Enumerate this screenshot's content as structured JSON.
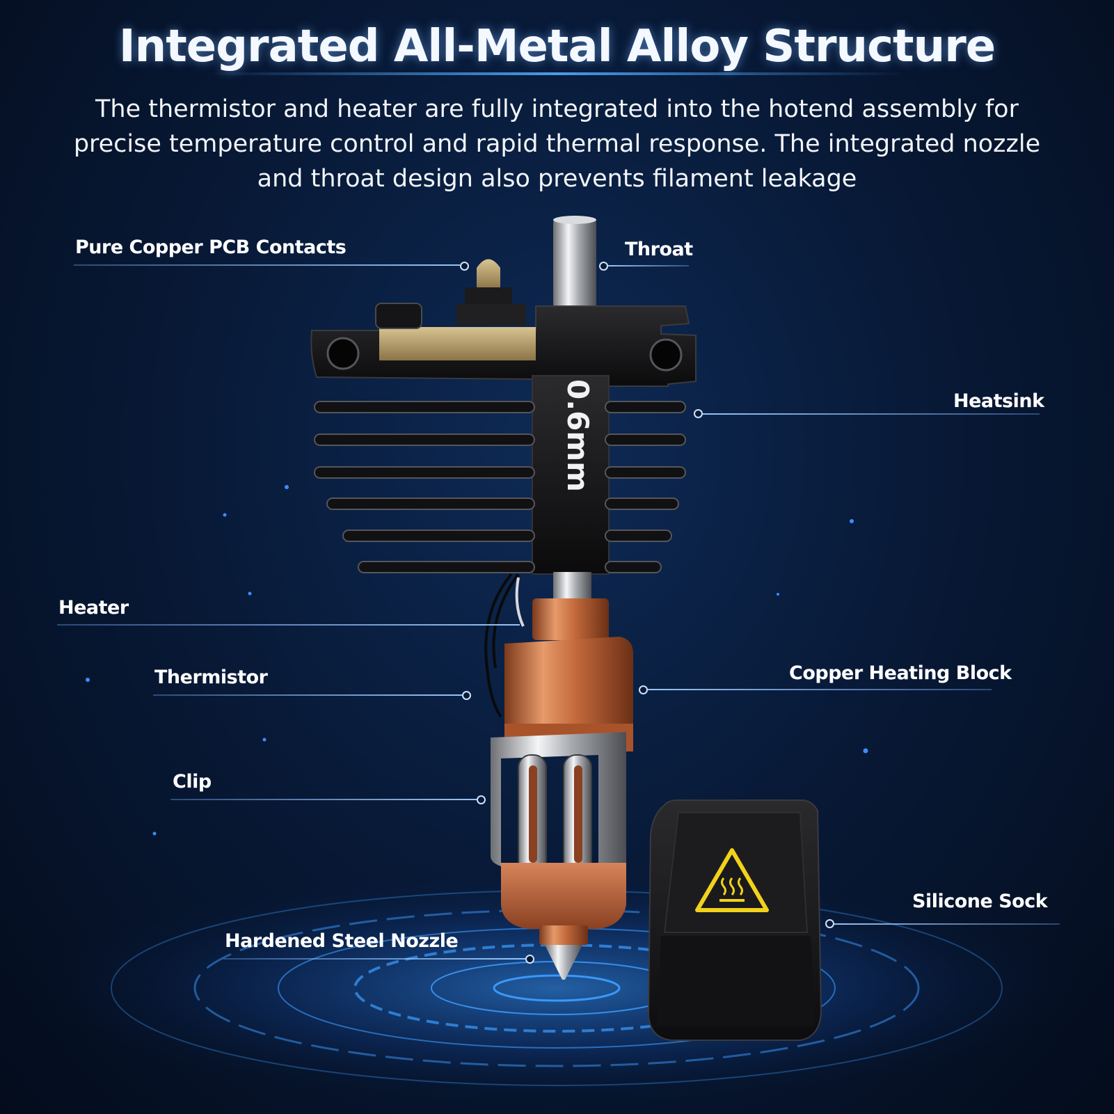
{
  "header": {
    "title": "Integrated All-Metal Alloy Structure",
    "description": "The thermistor and heater are fully integrated into the hotend assembly for precise temperature control and rapid thermal response. The integrated nozzle and throat design also prevents filament leakage"
  },
  "product": {
    "nozzle_size_label": "0.6mm",
    "colors": {
      "background": "#061431",
      "accent_glow": "#3a8dff",
      "copper": "#c46a3c",
      "heatsink": "#141414",
      "warning_yellow": "#f2d21b"
    }
  },
  "callouts": {
    "pcb_contacts": "Pure Copper PCB Contacts",
    "throat": "Throat",
    "heatsink": "Heatsink",
    "heater": "Heater",
    "thermistor": "Thermistor",
    "copper_block": "Copper Heating Block",
    "clip": "Clip",
    "silicone_sock": "Silicone Sock",
    "nozzle": "Hardened Steel Nozzle"
  },
  "icons": {
    "sock_warning": "hot-surface-warning-icon"
  }
}
